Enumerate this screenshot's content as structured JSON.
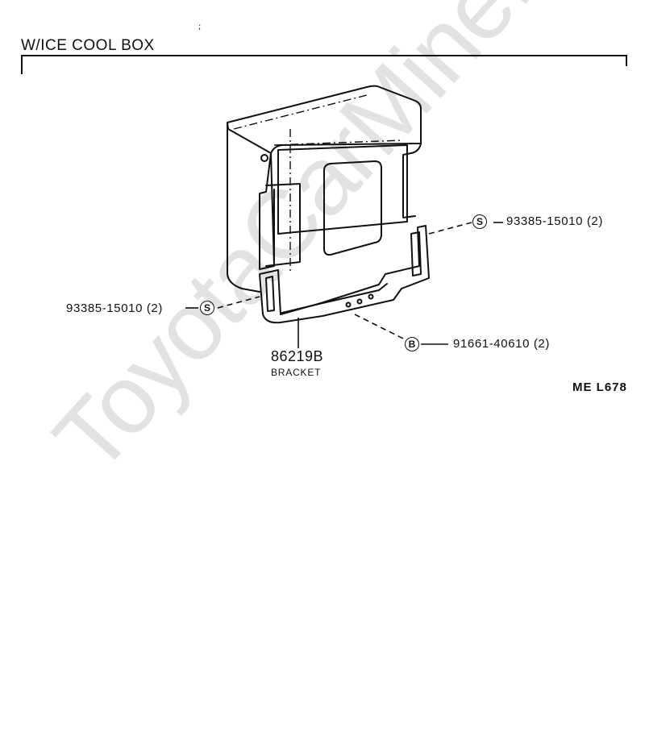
{
  "header": {
    "title": "W/ICE COOL BOX"
  },
  "watermark": "ToyotaCarMine.ru",
  "callouts": {
    "right_top": {
      "symbol": "S",
      "part_number": "93385-15010",
      "qty": "(2)"
    },
    "left": {
      "symbol": "S",
      "part_number": "93385-15010",
      "qty": "(2)"
    },
    "bottom_right": {
      "symbol": "B",
      "part_number": "91661-40610",
      "qty": "(2)"
    }
  },
  "bracket": {
    "part_number": "86219B",
    "name": "BRACKET"
  },
  "ref_code": "ME  L678"
}
